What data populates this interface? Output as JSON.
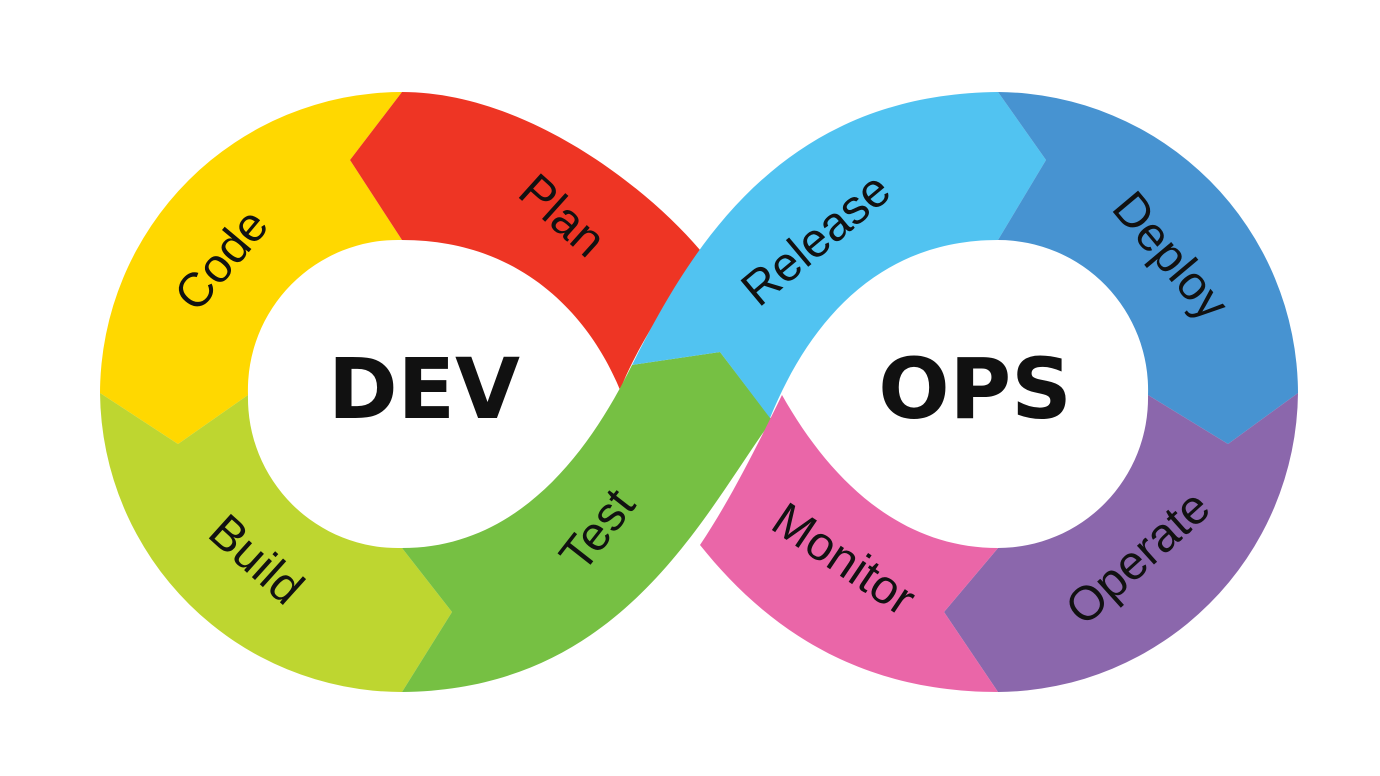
{
  "diagram": {
    "hubs": {
      "dev": {
        "label": "DEV"
      },
      "ops": {
        "label": "OPS"
      }
    },
    "stages": [
      {
        "key": "plan",
        "label": "Plan",
        "color": "#EE3524"
      },
      {
        "key": "code",
        "label": "Code",
        "color": "#FFD800"
      },
      {
        "key": "build",
        "label": "Build",
        "color": "#BED630"
      },
      {
        "key": "test",
        "label": "Test",
        "color": "#76C043"
      },
      {
        "key": "release",
        "label": "Release",
        "color": "#51C3F1"
      },
      {
        "key": "deploy",
        "label": "Deploy",
        "color": "#4793D1"
      },
      {
        "key": "operate",
        "label": "Operate",
        "color": "#8B67AC"
      },
      {
        "key": "monitor",
        "label": "Monitor",
        "color": "#EA66A8"
      }
    ]
  }
}
